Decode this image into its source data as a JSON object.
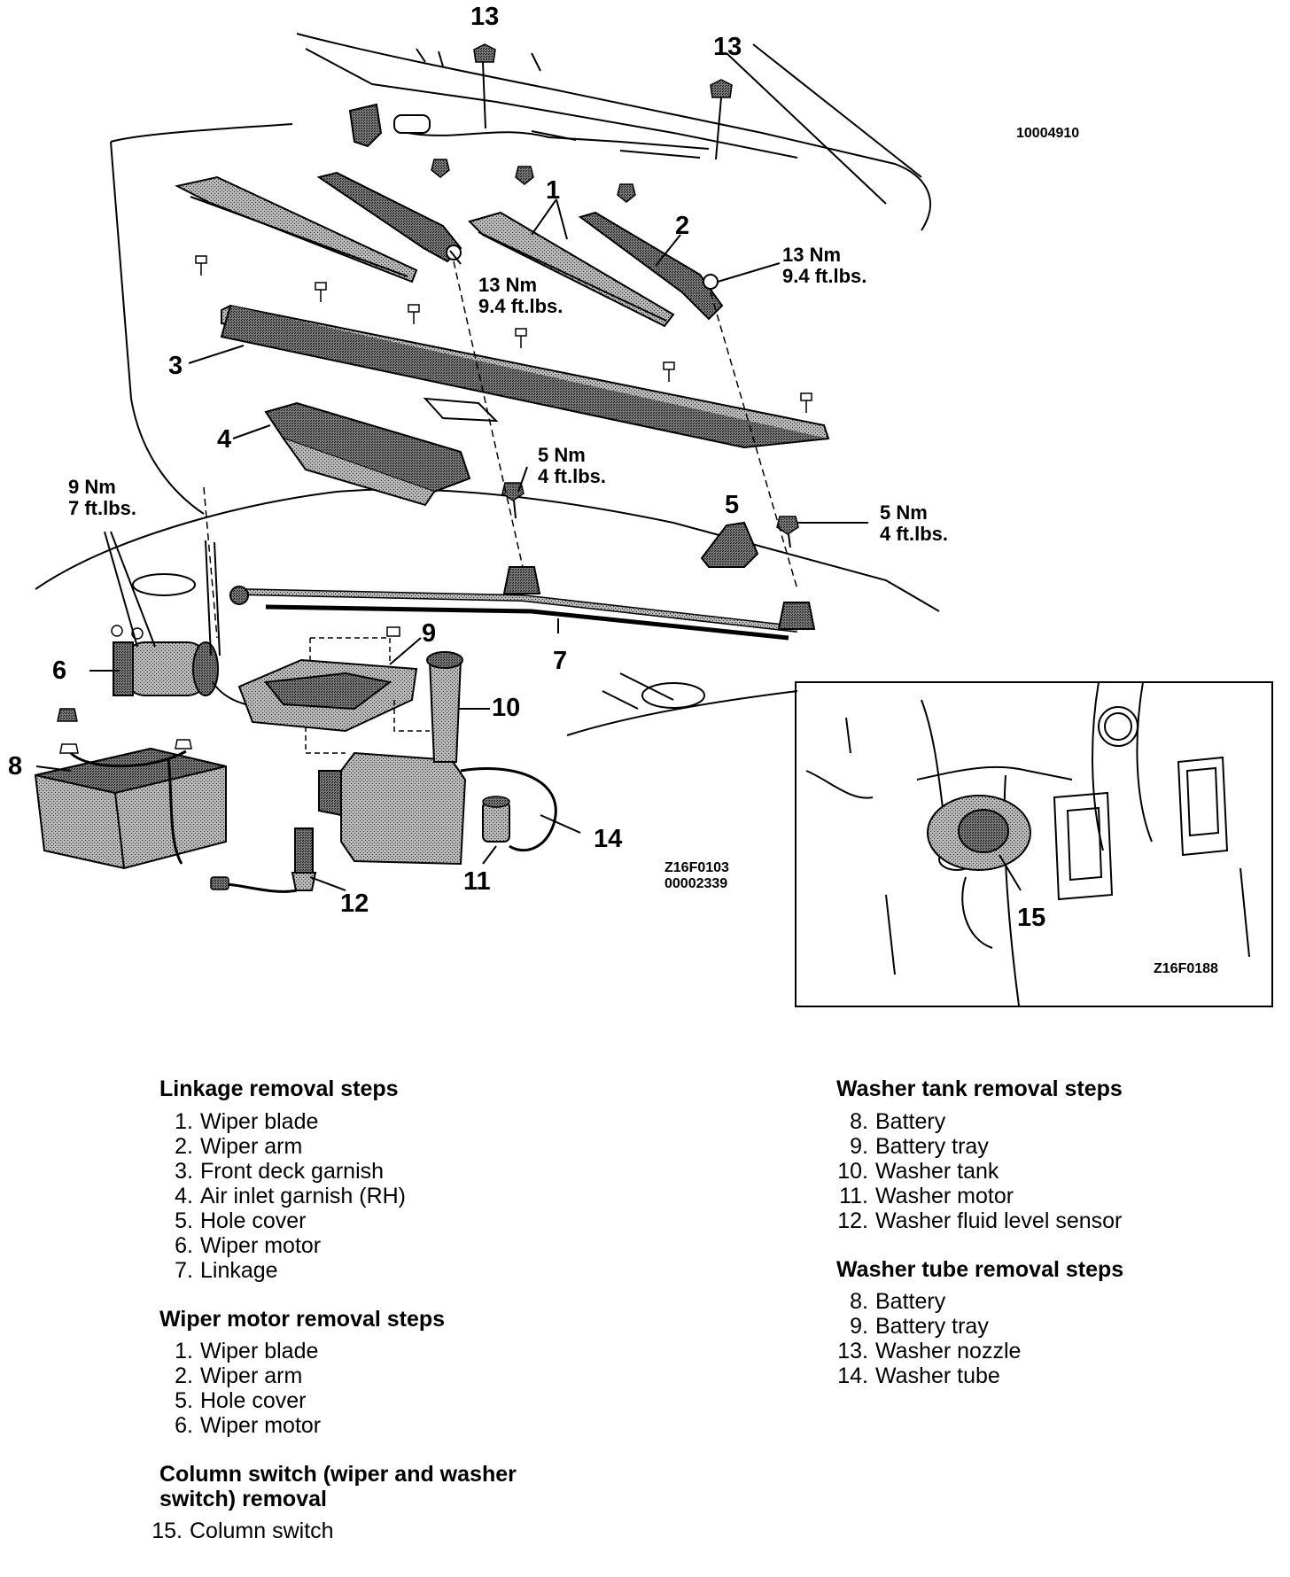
{
  "diagram": {
    "drawing_id": "10004910",
    "figure_code_main": "Z16F0103\n00002339",
    "figure_code_inset": "Z16F0188",
    "callouts": {
      "c1": "1",
      "c2": "2",
      "c3": "3",
      "c4": "4",
      "c5": "5",
      "c6": "6",
      "c7": "7",
      "c8": "8",
      "c9": "9",
      "c10": "10",
      "c11": "11",
      "c12": "12",
      "c13a": "13",
      "c13b": "13",
      "c14": "14",
      "c15": "15"
    },
    "torques": {
      "t_arm_left": "13 Nm\n9.4 ft.lbs.",
      "t_arm_right": "13 Nm\n9.4 ft.lbs.",
      "t_pivot_left": "5 Nm\n4 ft.lbs.",
      "t_pivot_right": "5 Nm\n4 ft.lbs.",
      "t_motor": "9 Nm\n7 ft.lbs."
    }
  },
  "procedures": {
    "linkage": {
      "title": "Linkage removal steps",
      "steps": [
        {
          "n": "1.",
          "label": "Wiper blade"
        },
        {
          "n": "2.",
          "label": "Wiper arm"
        },
        {
          "n": "3.",
          "label": "Front deck garnish"
        },
        {
          "n": "4.",
          "label": "Air inlet garnish (RH)"
        },
        {
          "n": "5.",
          "label": "Hole cover"
        },
        {
          "n": "6.",
          "label": "Wiper motor"
        },
        {
          "n": "7.",
          "label": "Linkage"
        }
      ]
    },
    "wiper_motor": {
      "title": "Wiper motor removal steps",
      "steps": [
        {
          "n": "1.",
          "label": "Wiper blade"
        },
        {
          "n": "2.",
          "label": "Wiper arm"
        },
        {
          "n": "5.",
          "label": "Hole cover"
        },
        {
          "n": "6.",
          "label": "Wiper motor"
        }
      ]
    },
    "column_switch": {
      "title_line1": "Column switch (wiper and washer",
      "title_line2": "switch) removal",
      "steps": [
        {
          "n": "15.",
          "label": "Column switch"
        }
      ]
    },
    "washer_tank": {
      "title": "Washer tank removal steps",
      "steps": [
        {
          "n": "8.",
          "label": "Battery"
        },
        {
          "n": "9.",
          "label": "Battery tray"
        },
        {
          "n": "10.",
          "label": "Washer tank"
        },
        {
          "n": "11.",
          "label": "Washer motor"
        },
        {
          "n": "12.",
          "label": "Washer fluid level sensor"
        }
      ]
    },
    "washer_tube": {
      "title": "Washer tube removal steps",
      "steps": [
        {
          "n": "8.",
          "label": "Battery"
        },
        {
          "n": "9.",
          "label": "Battery tray"
        },
        {
          "n": "13.",
          "label": "Washer nozzle"
        },
        {
          "n": "14.",
          "label": "Washer tube"
        }
      ]
    }
  }
}
